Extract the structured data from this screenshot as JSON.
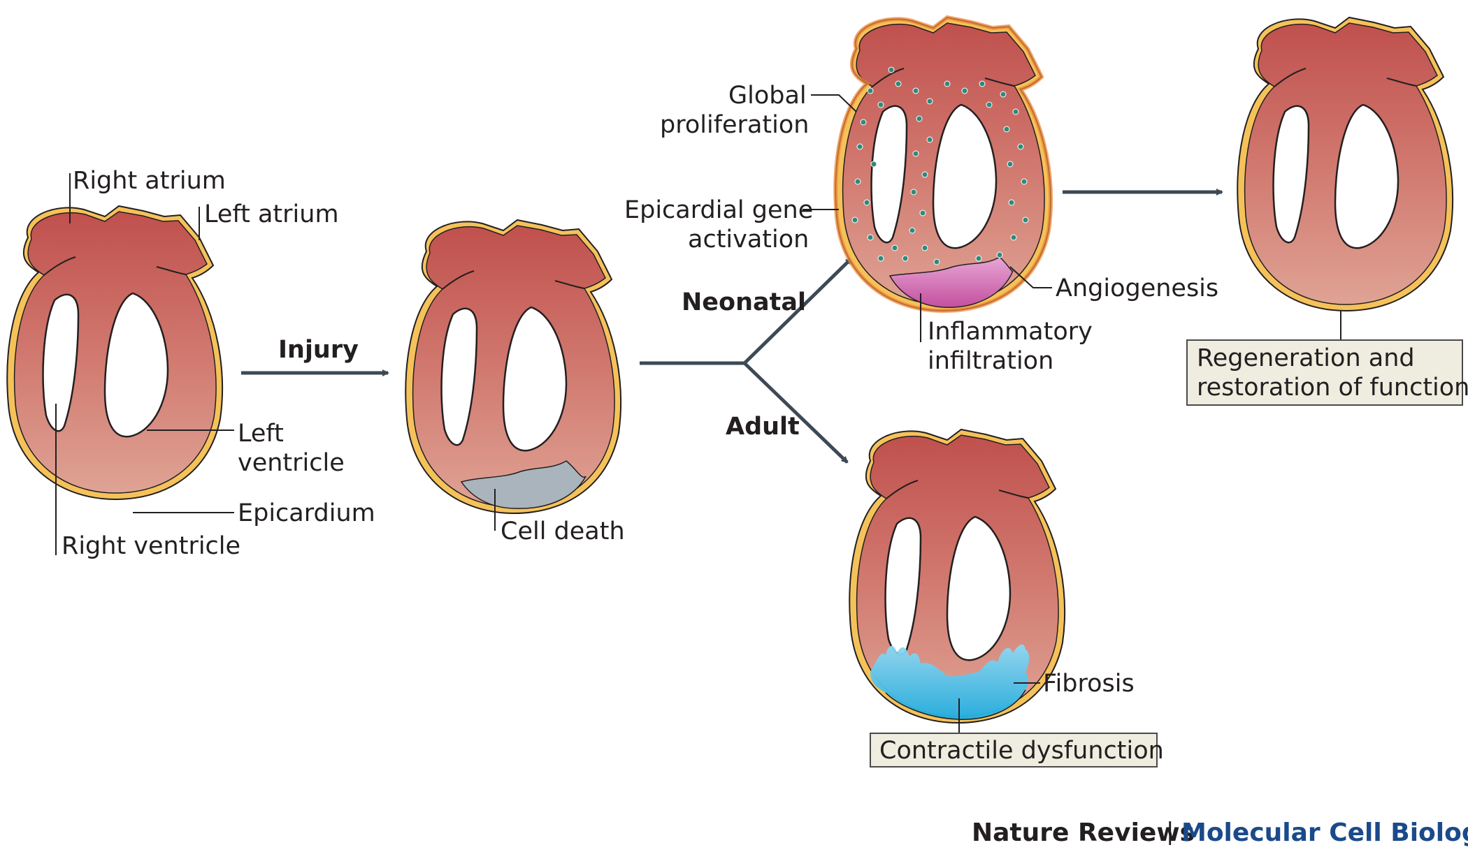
{
  "labels": {
    "right_atrium": "Right atrium",
    "left_atrium": "Left atrium",
    "left_ventricle_1": "Left",
    "left_ventricle_2": "ventricle",
    "epicardium": "Epicardium",
    "right_ventricle": "Right ventricle",
    "injury": "Injury",
    "cell_death": "Cell death",
    "neonatal": "Neonatal",
    "adult": "Adult",
    "global_proliferation_1": "Global",
    "global_proliferation_2": "proliferation",
    "epicardial_gene_1": "Epicardial gene",
    "epicardial_gene_2": "activation",
    "angiogenesis": "Angiogenesis",
    "inflammatory_1": "Inflammatory",
    "inflammatory_2": "infiltration",
    "regeneration_1": "Regeneration and",
    "regeneration_2": "restoration of function",
    "fibrosis": "Fibrosis",
    "contractile": "Contractile dysfunction"
  },
  "credit": {
    "journal": "Nature Reviews",
    "separator": "|",
    "subtitle": "Molecular Cell Biology"
  },
  "colors": {
    "heart_top": "#c0504d",
    "heart_bottom": "#dc9c8e",
    "epicardium": "#f5c25a",
    "cell_death": "#a9b4bc",
    "inflammation": "#c45bab",
    "proliferation_dots": "#2f8a7c",
    "fibrosis": "#38b8e3",
    "credit_blue": "#1b4a8a"
  }
}
